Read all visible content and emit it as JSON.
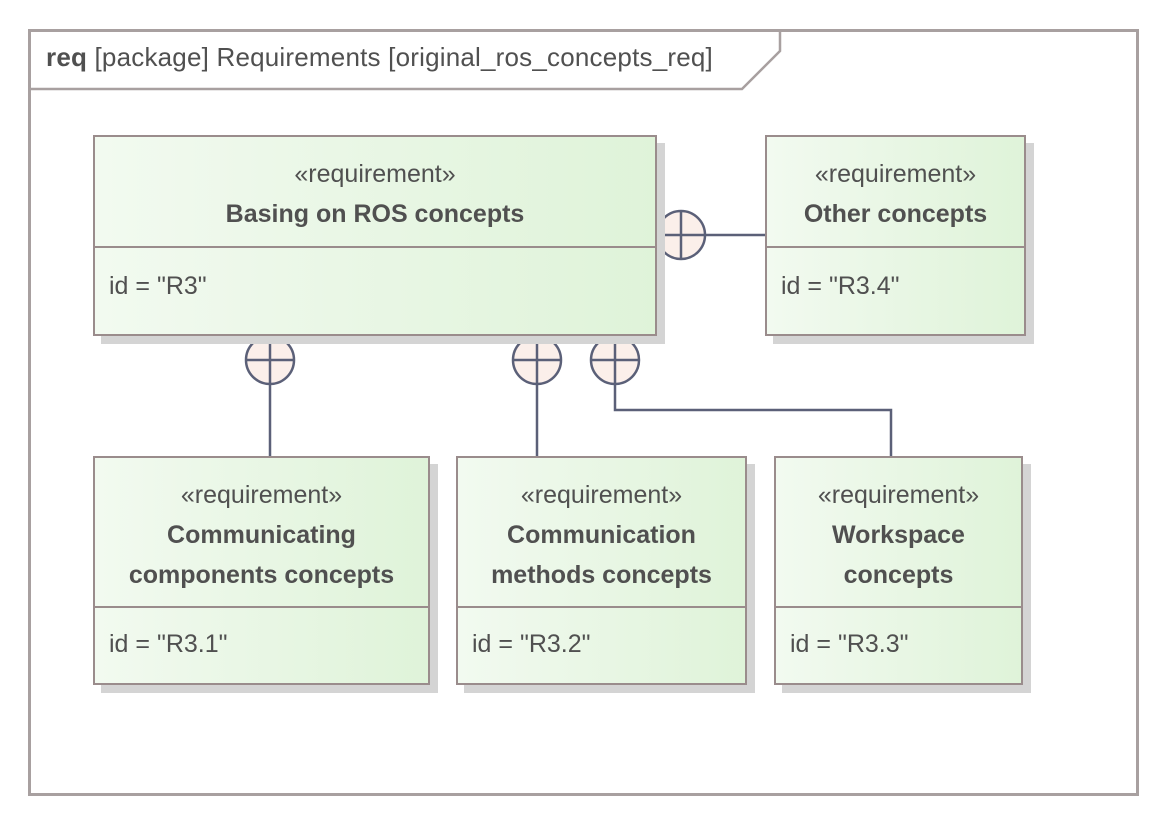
{
  "frame": {
    "keyword": "req",
    "title": "[package] Requirements [original_ros_concepts_req]"
  },
  "requirements": [
    {
      "stereotype": "«requirement»",
      "name_lines": [
        "Basing on ROS concepts"
      ],
      "id_text": "id = \"R3\""
    },
    {
      "stereotype": "«requirement»",
      "name_lines": [
        "Other concepts"
      ],
      "id_text": "id = \"R3.4\""
    },
    {
      "stereotype": "«requirement»",
      "name_lines": [
        "Communicating",
        "components concepts"
      ],
      "id_text": "id = \"R3.1\""
    },
    {
      "stereotype": "«requirement»",
      "name_lines": [
        "Communication",
        "methods concepts"
      ],
      "id_text": "id = \"R3.2\""
    },
    {
      "stereotype": "«requirement»",
      "name_lines": [
        "Workspace",
        "concepts"
      ],
      "id_text": "id = \"R3.3\""
    }
  ],
  "colors": {
    "frame_border": "#a8a0a0",
    "box_border": "#9a8c8c",
    "box_fill_start": "#f2faf0",
    "box_fill_end": "#dff3d9",
    "connector": "#5b6078",
    "containment_fill": "#fbefea"
  }
}
